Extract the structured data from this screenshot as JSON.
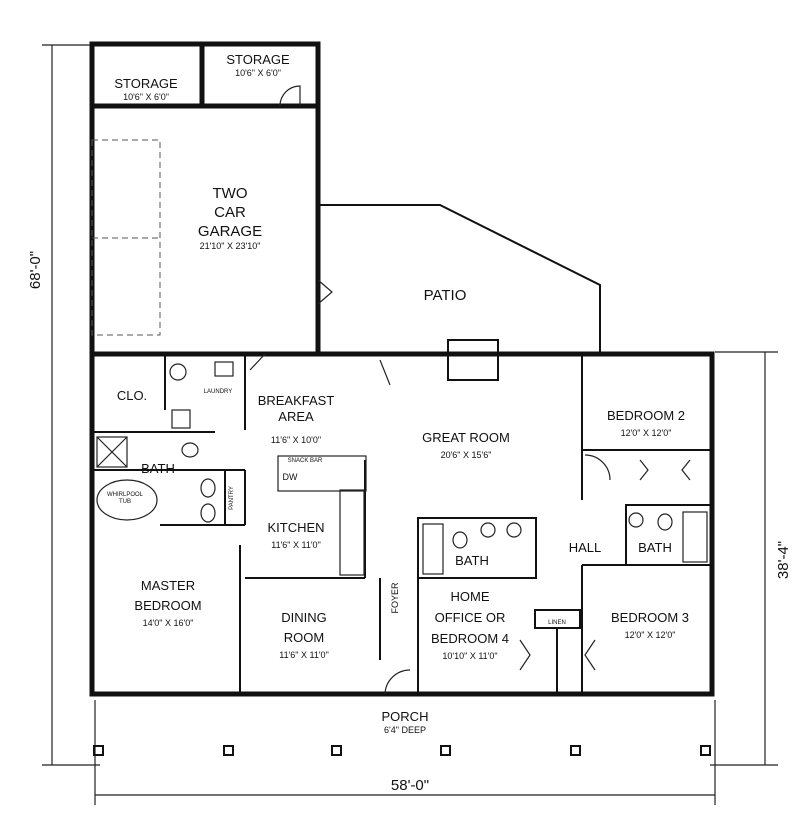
{
  "rooms": {
    "storage1": {
      "name": "STORAGE",
      "size": "10'6\" X 6'0\""
    },
    "storage2": {
      "name": "STORAGE",
      "size": "10'6\" X 6'0\""
    },
    "garage": {
      "name_1": "TWO",
      "name_2": "CAR",
      "name_3": "GARAGE",
      "size": "21'10\" X 23'10\""
    },
    "patio": {
      "name": "PATIO"
    },
    "closet": {
      "name": "CLO."
    },
    "laundry": {
      "name": "LAUNDRY"
    },
    "master_bath": {
      "name": "BATH"
    },
    "whirlpool": {
      "name_1": "WHIRLPOOL",
      "name_2": "TUB"
    },
    "pantry": {
      "name": "PANTRY"
    },
    "breakfast": {
      "name_1": "BREAKFAST",
      "name_2": "AREA",
      "size": "11'6\" X 10'0\""
    },
    "snack_bar": {
      "name": "SNACK BAR"
    },
    "dishwasher": {
      "name": "DW"
    },
    "kitchen": {
      "name": "KITCHEN",
      "size": "11'6\" X 11'0\""
    },
    "great_room": {
      "name": "GREAT ROOM",
      "size": "20'6\" X 15'6\""
    },
    "master_bedroom": {
      "name_1": "MASTER",
      "name_2": "BEDROOM",
      "size": "14'0\" X 16'0\""
    },
    "dining": {
      "name_1": "DINING",
      "name_2": "ROOM",
      "size": "11'6\" X 11'0\""
    },
    "foyer": {
      "name": "FOYER"
    },
    "bath2": {
      "name": "BATH"
    },
    "office": {
      "name_1": "HOME",
      "name_2": "OFFICE OR",
      "name_3": "BEDROOM 4",
      "size": "10'10\" X 11'0\""
    },
    "linen": {
      "name": "LINEN"
    },
    "hall": {
      "name": "HALL"
    },
    "bath3": {
      "name": "BATH"
    },
    "bedroom2": {
      "name": "BEDROOM 2",
      "size": "12'0\" X 12'0\""
    },
    "bedroom3": {
      "name": "BEDROOM 3",
      "size": "12'0\" X 12'0\""
    },
    "porch": {
      "name": "PORCH",
      "size": "6'4\" DEEP"
    }
  },
  "dimensions": {
    "overall_depth": "68'-0\"",
    "house_depth": "38'-4\"",
    "overall_width": "58'-0\""
  }
}
